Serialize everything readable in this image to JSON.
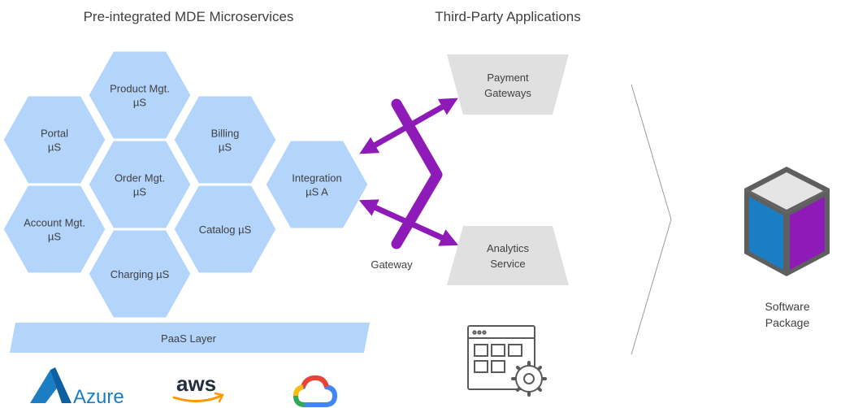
{
  "headings": {
    "microservices": "Pre-integrated MDE Microservices",
    "third_party": "Third-Party Applications"
  },
  "hexagons": [
    {
      "id": "product-mgt",
      "lines": [
        "Product Mgt.",
        "µS"
      ]
    },
    {
      "id": "portal",
      "lines": [
        "Portal",
        "µS"
      ]
    },
    {
      "id": "billing",
      "lines": [
        "Billing",
        "µS"
      ]
    },
    {
      "id": "order-mgt",
      "lines": [
        "Order Mgt.",
        "µS"
      ]
    },
    {
      "id": "integration",
      "lines": [
        "Integration",
        "µS A"
      ]
    },
    {
      "id": "account-mgt",
      "lines": [
        "Account Mgt.",
        "µS"
      ]
    },
    {
      "id": "catalog",
      "lines": [
        "Catalog µS"
      ]
    },
    {
      "id": "charging",
      "lines": [
        "Charging µS"
      ]
    }
  ],
  "paas_layer": "PaaS Layer",
  "gateway_label": "Gateway",
  "third_party_apps": [
    {
      "id": "payment",
      "lines": [
        "Payment",
        "Gateways"
      ]
    },
    {
      "id": "analytics",
      "lines": [
        "Analytics",
        "Service"
      ]
    }
  ],
  "cloud_logos": {
    "azure": "Azure",
    "aws": "aws"
  },
  "software_package": [
    "Software",
    "Package"
  ],
  "colors": {
    "hex_fill": "#b3d4fb",
    "paas_fill": "#b3d4fb",
    "gateway_purple": "#8e1ab8",
    "trapezoid_fill": "#e0e0e0",
    "cube_top": "#e5e5e5",
    "cube_left": "#1b7ec4",
    "cube_right": "#8e1ab8",
    "azure_blue": "#1b7ec4",
    "aws_orange": "#ff9900"
  },
  "icons": [
    "app-settings-icon",
    "azure-logo-icon",
    "aws-logo-icon",
    "google-cloud-icon",
    "software-package-cube-icon"
  ]
}
